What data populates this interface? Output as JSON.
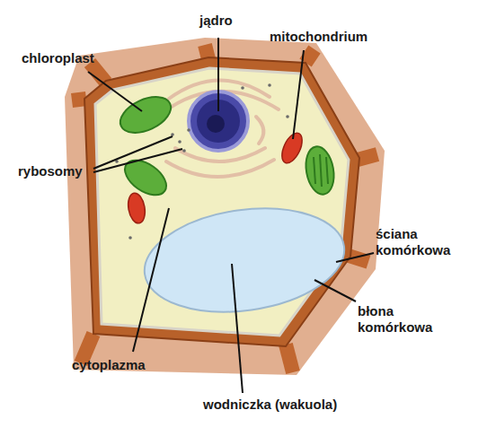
{
  "diagram": {
    "labels": [
      "jądro",
      "mitochondrium",
      "chloroplast",
      "rybosomy",
      "ściana komórkowa",
      "błona komórkowa",
      "cytoplazma",
      "wodniczka (wakuola)"
    ]
  }
}
